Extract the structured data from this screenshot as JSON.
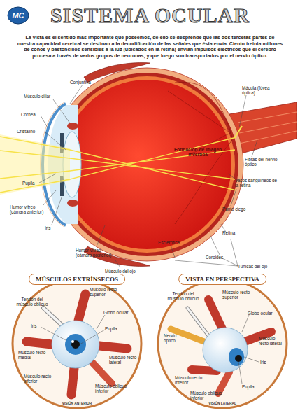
{
  "diagram": {
    "title": "SISTEMA OCULAR",
    "nodes": [
      {
        "text": [
          "MÚSCULOS EXTRÍNSECOS"
        ]
      },
      {
        "text": [
          "VISTA EN PERSPECTIVA"
        ]
      }
    ],
    "labels": [
      "MC",
      "La vista es el sentido más importante que poseemos, de ello se desprende que las dos terceras partes de nuestra capacidad cerebral se destinan a la decodificación de las señales que ésta envía. Ciento treinta millones de conos y bastoncillos sensibles a la luz (ubicados en la retina) envían impulsos eléctricos que el cerebro procesa a través de varios grupos de neuronas, y que luego son transportados por el nervio óptico.",
      "Conjuntiva",
      "Músculo ciliar",
      "Córnea",
      "Cristalino",
      "Pupila",
      "Humor vítreo (cámara anterior)",
      "Iris",
      "Humor vítreo (cámara posterior)",
      "Músculo del ojo",
      "Esclerótica",
      "Coroides",
      "Túnicas del ojo",
      "Retina",
      "Punto ciego",
      "Vasos sanguíneos de la retina",
      "Fibras del nervio óptico",
      "Mácula (fóvea óptica)",
      "Formación de imagen invertida",
      "Músculo recto superior",
      "Tendón del músculo oblicuo",
      "Globo ocular",
      "Iris",
      "Pupila",
      "Músculo recto medial",
      "Músculo recto lateral",
      "Músculo recto inferior",
      "Músculo oblicuo inferior",
      "VISIÓN ANTERIOR",
      "Tendón del músculo oblicuo",
      "Músculo recto superior",
      "Globo ocular",
      "Nervio óptico",
      "Músculo recto lateral",
      "Iris",
      "Músculo recto inferior",
      "Músculo oblicuo inferior",
      "Pupila",
      "VISIÓN LATERAL"
    ]
  }
}
